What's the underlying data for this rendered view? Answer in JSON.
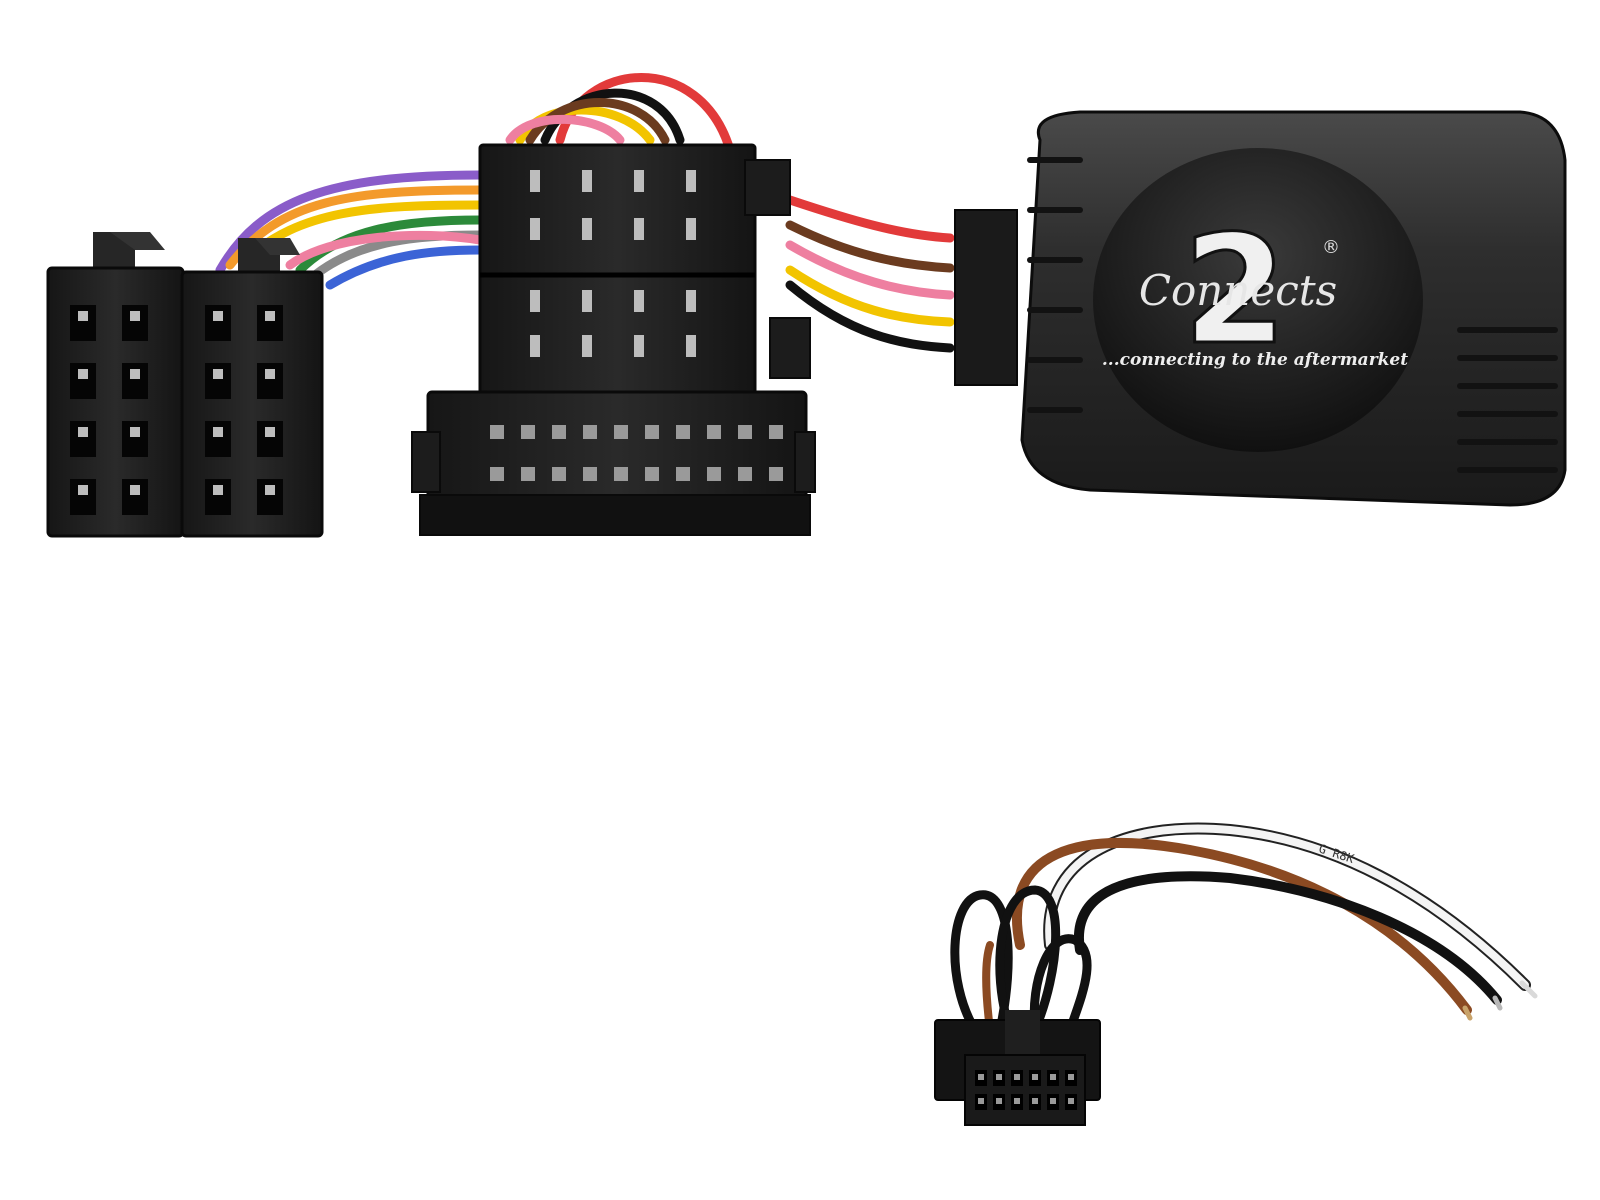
{
  "product": {
    "brand_script": "Connects",
    "brand_numeral": "2",
    "registered_mark": "®",
    "tagline": "...connecting to the aftermarket"
  },
  "lead": {
    "wire_print": "G R8K"
  },
  "colors": {
    "background": "#ffffff",
    "connector_plastic": "#1c1c1c",
    "interface_box": "#2b2b2b",
    "wire_red": "#e23a3a",
    "wire_yellow": "#f2c400",
    "wire_brown": "#6b3b1f",
    "wire_pink": "#ee7fa0",
    "wire_black": "#111111",
    "wire_orange": "#f39a2b",
    "wire_blue": "#3b63d6",
    "wire_violet": "#8a5cc9",
    "wire_green": "#2c8a3a",
    "wire_grey": "#8a8a8a",
    "wire_white": "#f4f4f4",
    "wire_tan_brown": "#8b4a22"
  }
}
